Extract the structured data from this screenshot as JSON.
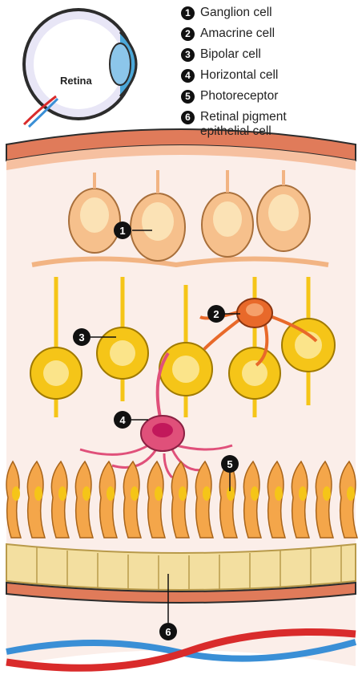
{
  "eye_label": "Retina",
  "legend": [
    {
      "num": "1",
      "label": "Ganglion cell"
    },
    {
      "num": "2",
      "label": "Amacrine cell"
    },
    {
      "num": "3",
      "label": "Bipolar cell"
    },
    {
      "num": "4",
      "label": "Horizontal cell"
    },
    {
      "num": "5",
      "label": "Photoreceptor"
    },
    {
      "num": "6",
      "label": "Retinal pigment\nepithelial cell"
    }
  ],
  "callouts": [
    "1",
    "2",
    "3",
    "4",
    "5",
    "6"
  ],
  "colors": {
    "ganglion": "#f6c08c",
    "amacrine": "#e8692a",
    "bipolar": "#f5c518",
    "horizontal": "#e0507a",
    "photoreceptor": "#f4a64a",
    "epithelium": "#f3dfa0",
    "tissue_band": "#e07b5a",
    "artery": "#d92b2b",
    "vein": "#3a8fd6"
  }
}
